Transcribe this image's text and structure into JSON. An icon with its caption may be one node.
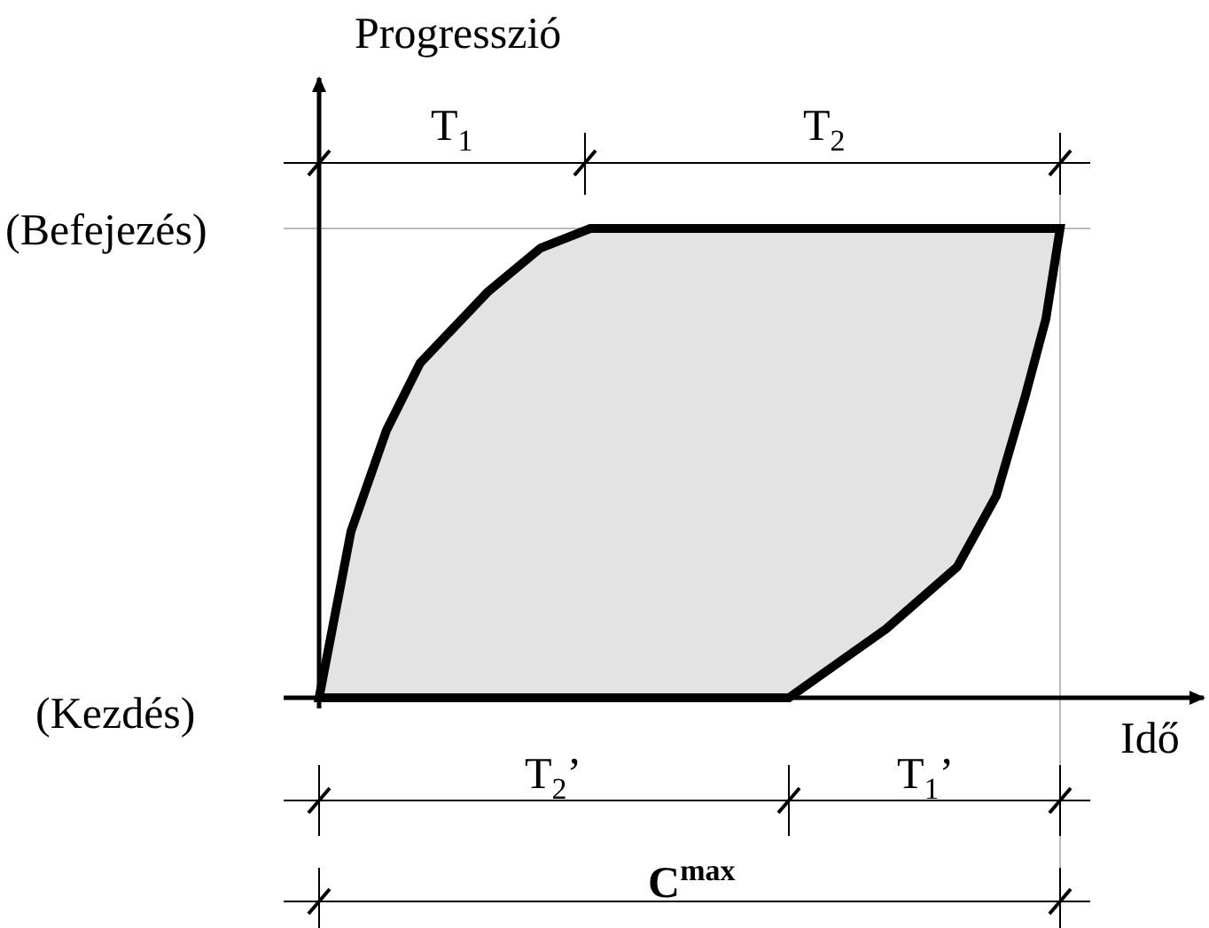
{
  "diagram": {
    "labels": [
      "Progresszió",
      "T$_{1}$",
      "T$_{2}$",
      "(Befejezés)",
      "(Kezdés)",
      "Idő",
      "T$_{2}$’",
      "T$_{1}$’",
      "C$^{max}$"
    ]
  }
}
